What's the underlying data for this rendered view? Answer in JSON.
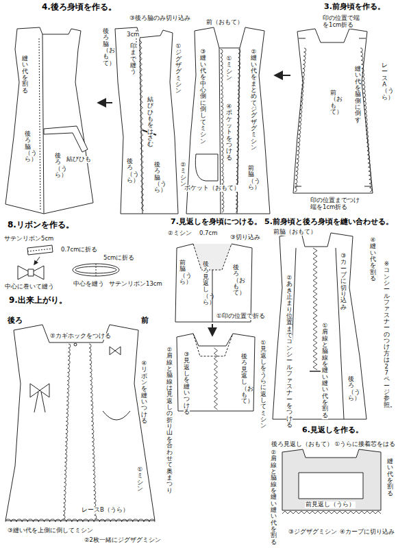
{
  "diagram": {
    "labels": [
      "4.後ろ身頃を作る。",
      "③後ろ脇のみ切り込み",
      "3cm",
      "印まで縫う",
      "後ろ脇（おもて）",
      "①ジグザグミシン",
      "縫い代を割る",
      "結びひもをはさむ",
      "結びひも",
      "後ろ（うら）",
      "後ろ脇（うら）",
      "後ろ（うら）",
      "後ろ脇（うら）",
      "②ミシン",
      "3.前身頃を作る。",
      "前（おもて）",
      "③縫い代を中心側に倒してミシン",
      "①ミシン",
      "②縫い代をまとめてジグザグミシン",
      "ポケット（おもて）",
      "④ポケットをつける",
      "前脇（うら）",
      "印の位置で端を1cm折る",
      "縫い代を脇側に倒す",
      "レースA（うら）",
      "前（おもて）",
      "印の位置までつけ端を1cm折る",
      "8.リボンを作る。",
      "サテンリボン5cm",
      "0.7cmに折る",
      "5cmに折る",
      "中心に巻いて縫う",
      "中心を縫う",
      "サテンリボン13cm",
      "7.見返しを身頃につける。",
      "②ミシン",
      "0.7cm",
      "③切り込み",
      "前脇（うら）",
      "後ろ見返し（うら）",
      "後ろ（おもて）",
      "①印の位置で折る",
      "③見返しを縫いつける",
      "①見返しをうらに返してミシン",
      "②肩線と脇線は見返しの折り山を合わせて奥まつり",
      "後ろ見返し（おもて）",
      "5.前身頃と後ろ身頃を縫い合わせる。",
      "前脇（おもて）",
      "④縫い代を割る",
      "③カーブに切り込み",
      "①肩線と脇線を縫い縫い代を割る",
      "②あき止まり位置までコンシールファスナーをつける",
      "後ろ（うら）",
      "※コンシールファスナーのつけ方は27ページ参照。",
      "6.見返しを作る。",
      "後ろ見返し（おもて）",
      "①うらに接着芯をはる",
      "②肩線と脇線を縫い縫い代を割る",
      "縫い代を割る",
      "前見返し（うら）",
      "③ジグザグミシン",
      "④カーブに切り込み",
      "9.出来上がり。",
      "後ろ",
      "前",
      "⑤カギホックをつける",
      "④リボンを縫いつける",
      "①ミシン",
      "レースB（うら）",
      "③縫い代を上側に倒してミシン",
      "②2枚一緒にジグザグミシン"
    ]
  }
}
